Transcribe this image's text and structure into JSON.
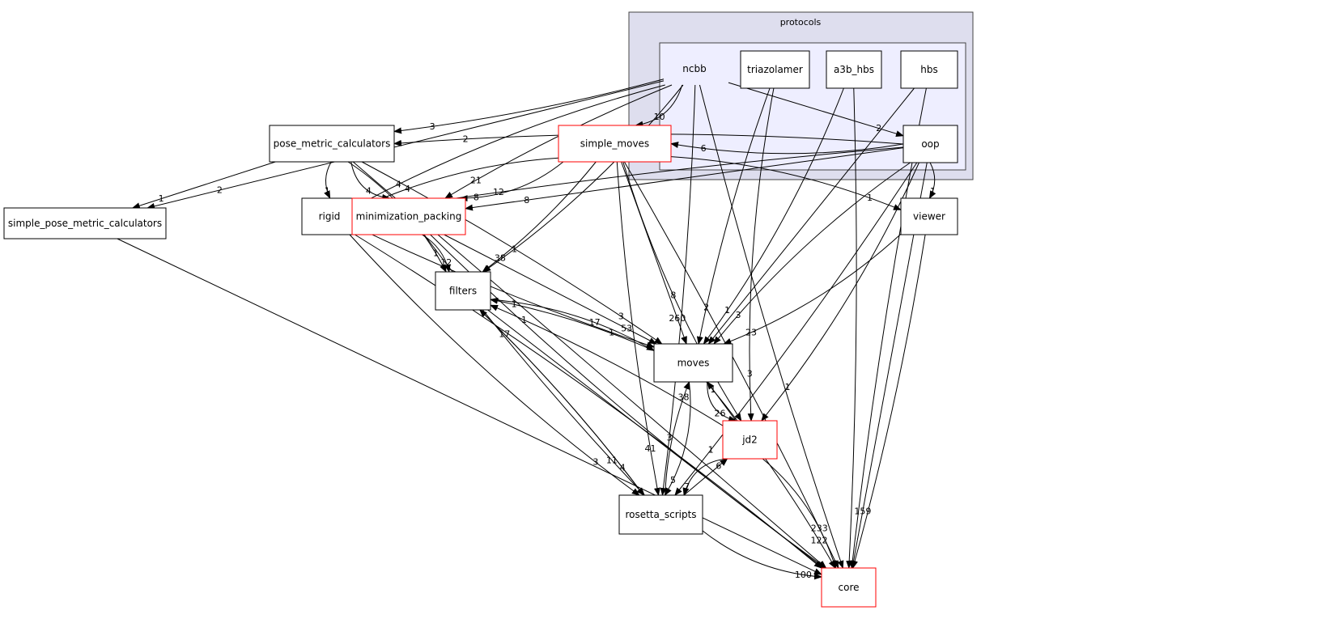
{
  "clusters": [
    {
      "id": "protocols",
      "label": "protocols",
      "fill": "#dedeee"
    },
    {
      "id": "ncbb",
      "label": "ncbb",
      "fill": "#eeeeff"
    }
  ],
  "colors": {
    "normal_border": "#000000",
    "highlight_border": "#ff0000",
    "edge": "#000000"
  },
  "nodes": [
    {
      "id": "triazolamer",
      "label": "triazolamer",
      "red": false
    },
    {
      "id": "a3b_hbs",
      "label": "a3b_hbs",
      "red": false
    },
    {
      "id": "hbs",
      "label": "hbs",
      "red": false
    },
    {
      "id": "oop",
      "label": "oop",
      "red": false
    },
    {
      "id": "simple_moves",
      "label": "simple_moves",
      "red": true
    },
    {
      "id": "pose_metric_calculators",
      "label": "pose_metric_calculators",
      "red": false
    },
    {
      "id": "simple_pose_metric_calculators",
      "label": "simple_pose_metric_calculators",
      "red": false
    },
    {
      "id": "rigid",
      "label": "rigid",
      "red": false
    },
    {
      "id": "minimization_packing",
      "label": "minimization_packing",
      "red": true
    },
    {
      "id": "viewer",
      "label": "viewer",
      "red": false
    },
    {
      "id": "filters",
      "label": "filters",
      "red": false
    },
    {
      "id": "moves",
      "label": "moves",
      "red": false
    },
    {
      "id": "jd2",
      "label": "jd2",
      "red": true
    },
    {
      "id": "rosetta_scripts",
      "label": "rosetta_scripts",
      "red": false
    },
    {
      "id": "core",
      "label": "core",
      "red": true
    }
  ],
  "edges": [
    {
      "from": "ncbb",
      "to": "simple_moves",
      "label": "10"
    },
    {
      "from": "ncbb",
      "to": "pose_metric_calculators",
      "label": "3"
    },
    {
      "from": "ncbb",
      "to": "simple_pose_metric_calculators",
      "label": "2"
    },
    {
      "from": "ncbb",
      "to": "minimization_packing",
      "label": "21"
    },
    {
      "from": "ncbb",
      "to": "rigid",
      "label": "4"
    },
    {
      "from": "ncbb",
      "to": "filters",
      "label": "1"
    },
    {
      "from": "ncbb",
      "to": "rosetta_scripts",
      "label": "3"
    },
    {
      "from": "ncbb",
      "to": "oop",
      "label": "2"
    },
    {
      "from": "ncbb",
      "to": "core",
      "label": ""
    },
    {
      "from": "oop",
      "to": "pose_metric_calculators",
      "label": "2"
    },
    {
      "from": "oop",
      "to": "simple_moves",
      "label": "6"
    },
    {
      "from": "oop",
      "to": "viewer",
      "label": "1"
    },
    {
      "from": "oop",
      "to": "minimization_packing",
      "label": "8"
    },
    {
      "from": "oop",
      "to": "rigid",
      "label": "12"
    },
    {
      "from": "oop",
      "to": "moves",
      "label": "3"
    },
    {
      "from": "oop",
      "to": "jd2",
      "label": "1"
    },
    {
      "from": "oop",
      "to": "rosetta_scripts",
      "label": "1"
    },
    {
      "from": "oop",
      "to": "core",
      "label": "159"
    },
    {
      "from": "triazolamer",
      "to": "moves",
      "label": "2"
    },
    {
      "from": "triazolamer",
      "to": "jd2",
      "label": "3"
    },
    {
      "from": "a3b_hbs",
      "to": "moves",
      "label": "1"
    },
    {
      "from": "a3b_hbs",
      "to": "core",
      "label": ""
    },
    {
      "from": "hbs",
      "to": "moves",
      "label": ""
    },
    {
      "from": "hbs",
      "to": "core",
      "label": ""
    },
    {
      "from": "simple_moves",
      "to": "rigid",
      "label": "4"
    },
    {
      "from": "simple_moves",
      "to": "minimization_packing",
      "label": "8"
    },
    {
      "from": "simple_moves",
      "to": "filters",
      "label": "38"
    },
    {
      "from": "simple_moves",
      "to": "moves",
      "label": "260"
    },
    {
      "from": "simple_moves",
      "to": "rosetta_scripts",
      "label": "41"
    },
    {
      "from": "simple_moves",
      "to": "jd2",
      "label": "8"
    },
    {
      "from": "simple_moves",
      "to": "viewer",
      "label": "1"
    },
    {
      "from": "simple_moves",
      "to": "core",
      "label": ""
    },
    {
      "from": "pose_metric_calculators",
      "to": "simple_pose_metric_calculators",
      "label": "1"
    },
    {
      "from": "pose_metric_calculators",
      "to": "rigid",
      "label": "1"
    },
    {
      "from": "pose_metric_calculators",
      "to": "minimization_packing",
      "label": "4"
    },
    {
      "from": "pose_metric_calculators",
      "to": "filters",
      "label": "1"
    },
    {
      "from": "pose_metric_calculators",
      "to": "moves",
      "label": "3"
    },
    {
      "from": "pose_metric_calculators",
      "to": "core",
      "label": ""
    },
    {
      "from": "rigid",
      "to": "moves",
      "label": "1"
    },
    {
      "from": "rigid",
      "to": "rosetta_scripts",
      "label": "3"
    },
    {
      "from": "rigid",
      "to": "core",
      "label": ""
    },
    {
      "from": "minimization_packing",
      "to": "filters",
      "label": "12"
    },
    {
      "from": "minimization_packing",
      "to": "moves",
      "label": "53"
    },
    {
      "from": "minimization_packing",
      "to": "rosetta_scripts",
      "label": "11"
    },
    {
      "from": "minimization_packing",
      "to": "core",
      "label": ""
    },
    {
      "from": "filters",
      "to": "moves",
      "label": "17"
    },
    {
      "from": "filters",
      "to": "rosetta_scripts",
      "label": "4"
    },
    {
      "from": "filters",
      "to": "core",
      "label": ""
    },
    {
      "from": "moves",
      "to": "filters",
      "label": "1"
    },
    {
      "from": "moves",
      "to": "jd2",
      "label": "26"
    },
    {
      "from": "moves",
      "to": "rosetta_scripts",
      "label": "5"
    },
    {
      "from": "moves",
      "to": "core",
      "label": "122"
    },
    {
      "from": "jd2",
      "to": "moves",
      "label": "1"
    },
    {
      "from": "jd2",
      "to": "filters",
      "label": "1"
    },
    {
      "from": "jd2",
      "to": "rosetta_scripts",
      "label": "7"
    },
    {
      "from": "jd2",
      "to": "core",
      "label": "233"
    },
    {
      "from": "rosetta_scripts",
      "to": "moves",
      "label": "38"
    },
    {
      "from": "rosetta_scripts",
      "to": "jd2",
      "label": "6"
    },
    {
      "from": "rosetta_scripts",
      "to": "filters",
      "label": "17"
    },
    {
      "from": "rosetta_scripts",
      "to": "core",
      "label": "100"
    },
    {
      "from": "viewer",
      "to": "moves",
      "label": "23"
    },
    {
      "from": "viewer",
      "to": "core",
      "label": ""
    },
    {
      "from": "simple_pose_metric_calculators",
      "to": "core",
      "label": ""
    }
  ]
}
